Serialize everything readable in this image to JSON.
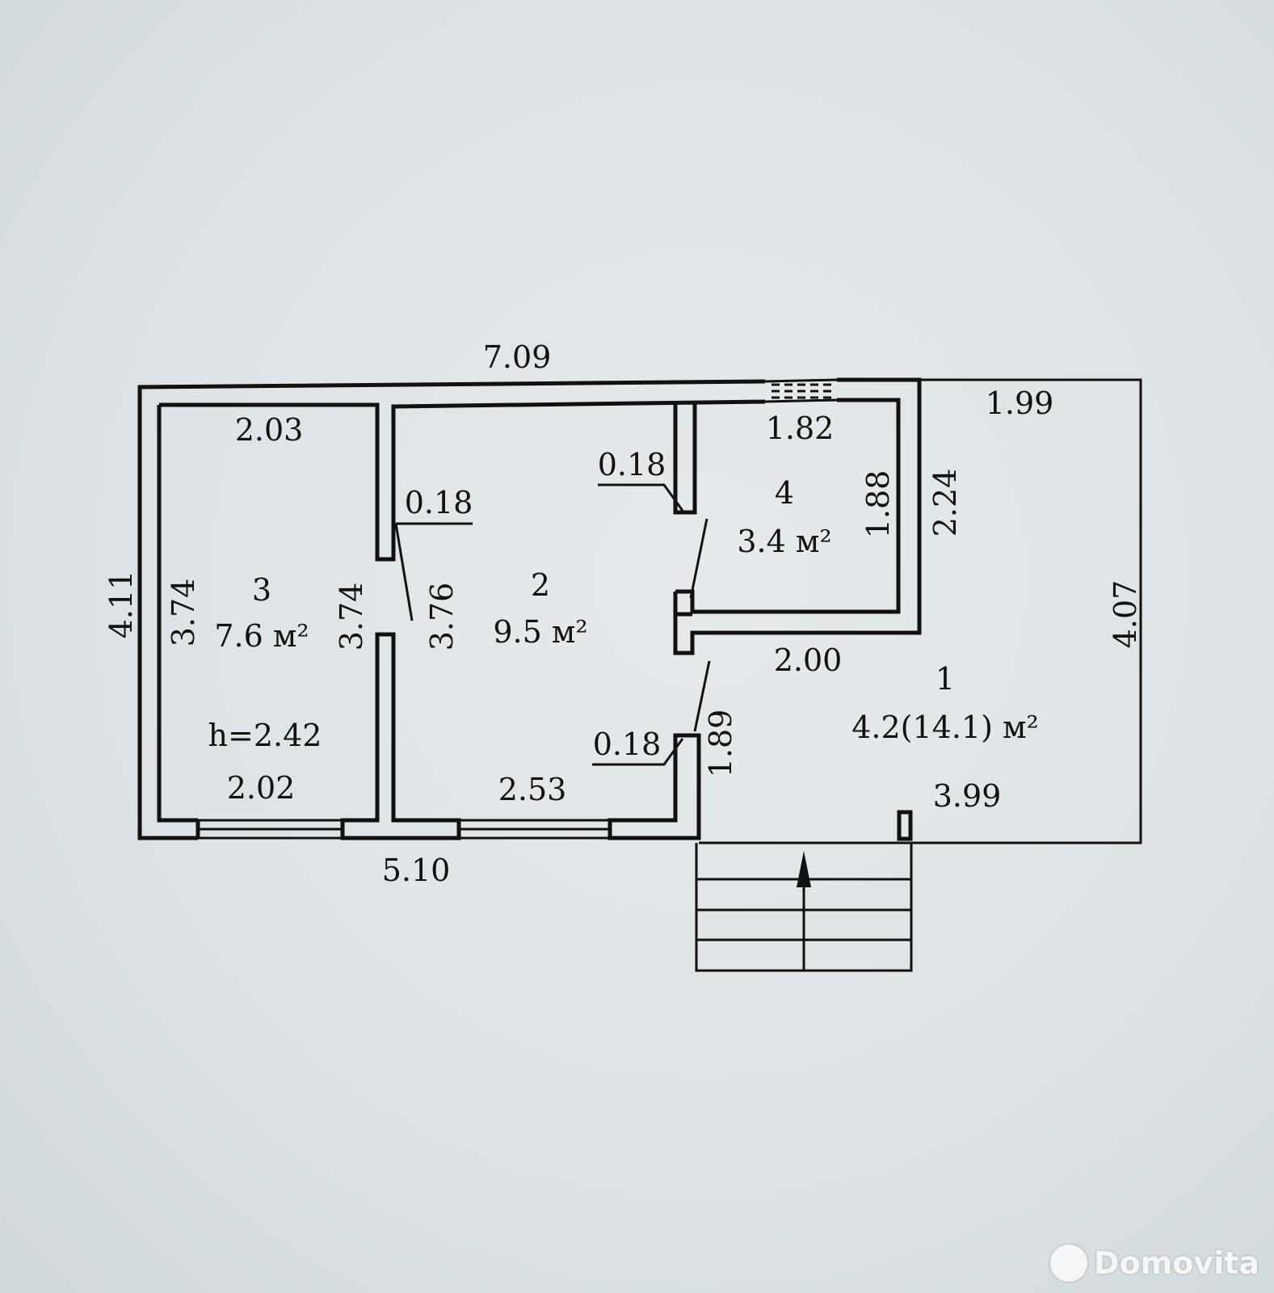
{
  "dimensions": {
    "top_total": "7.09",
    "room3_top": "2.03",
    "room3_bottom": "2.02",
    "room3_left": "3.74",
    "room3_right": "3.74",
    "left_total": "4.11",
    "wall_thickness_a": "0.18",
    "wall_thickness_b": "0.18",
    "wall_thickness_c": "0.18",
    "room2_height": "3.76",
    "room2_bottom": "2.53",
    "bottom_total": "5.10",
    "room4_top": "1.82",
    "room4_right": "1.88",
    "room4_outer": "2.24",
    "porch_top": "1.99",
    "porch_right": "4.07",
    "porch_mid": "2.00",
    "porch_left": "1.89",
    "porch_bottom": "3.99"
  },
  "rooms": [
    {
      "number": "3",
      "area": "7.6 м²",
      "height": "h=2.42"
    },
    {
      "number": "2",
      "area": "9.5 м²"
    },
    {
      "number": "4",
      "area": "3.4 м²"
    },
    {
      "number": "1",
      "area": "4.2(14.1) м²"
    }
  ],
  "watermark": "Domovita"
}
